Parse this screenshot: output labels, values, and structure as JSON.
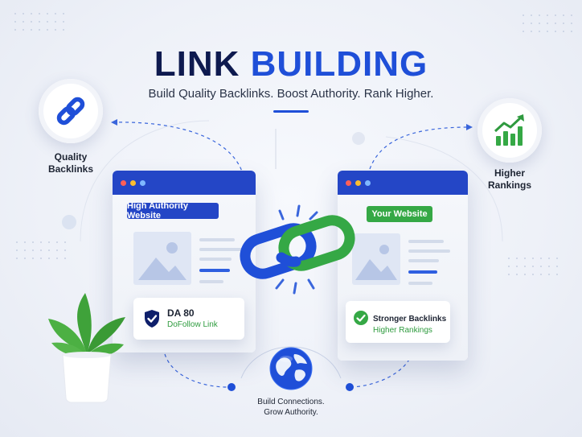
{
  "header": {
    "title_part1": "LINK",
    "title_part2": "BUILDING",
    "subtitle": "Build Quality Backlinks. Boost Authority. Rank Higher."
  },
  "badges": {
    "left": {
      "icon": "chain-link-icon",
      "line1": "Quality",
      "line2": "Backlinks"
    },
    "right": {
      "icon": "bar-chart-growth-icon",
      "line1": "Higher",
      "line2": "Rankings"
    }
  },
  "left_window": {
    "label": "High Authority Website",
    "card_title": "DA 80",
    "card_subtitle": "DoFollow Link",
    "card_icon": "shield-check-icon"
  },
  "right_window": {
    "label": "Your Website",
    "card_title": "Stronger Backlinks",
    "card_subtitle": "Higher Rankings",
    "card_icon": "check-circle-icon"
  },
  "center": {
    "icon": "chain-link-icon"
  },
  "footer": {
    "line1": "Build Connections.",
    "line2": "Grow Authority.",
    "icon": "globe-icon"
  },
  "colors": {
    "primary_blue": "#1f4fd8",
    "navy": "#0e1a4f",
    "green": "#35a845",
    "window_bar": "#2446c6",
    "background": "#eef1f8"
  }
}
